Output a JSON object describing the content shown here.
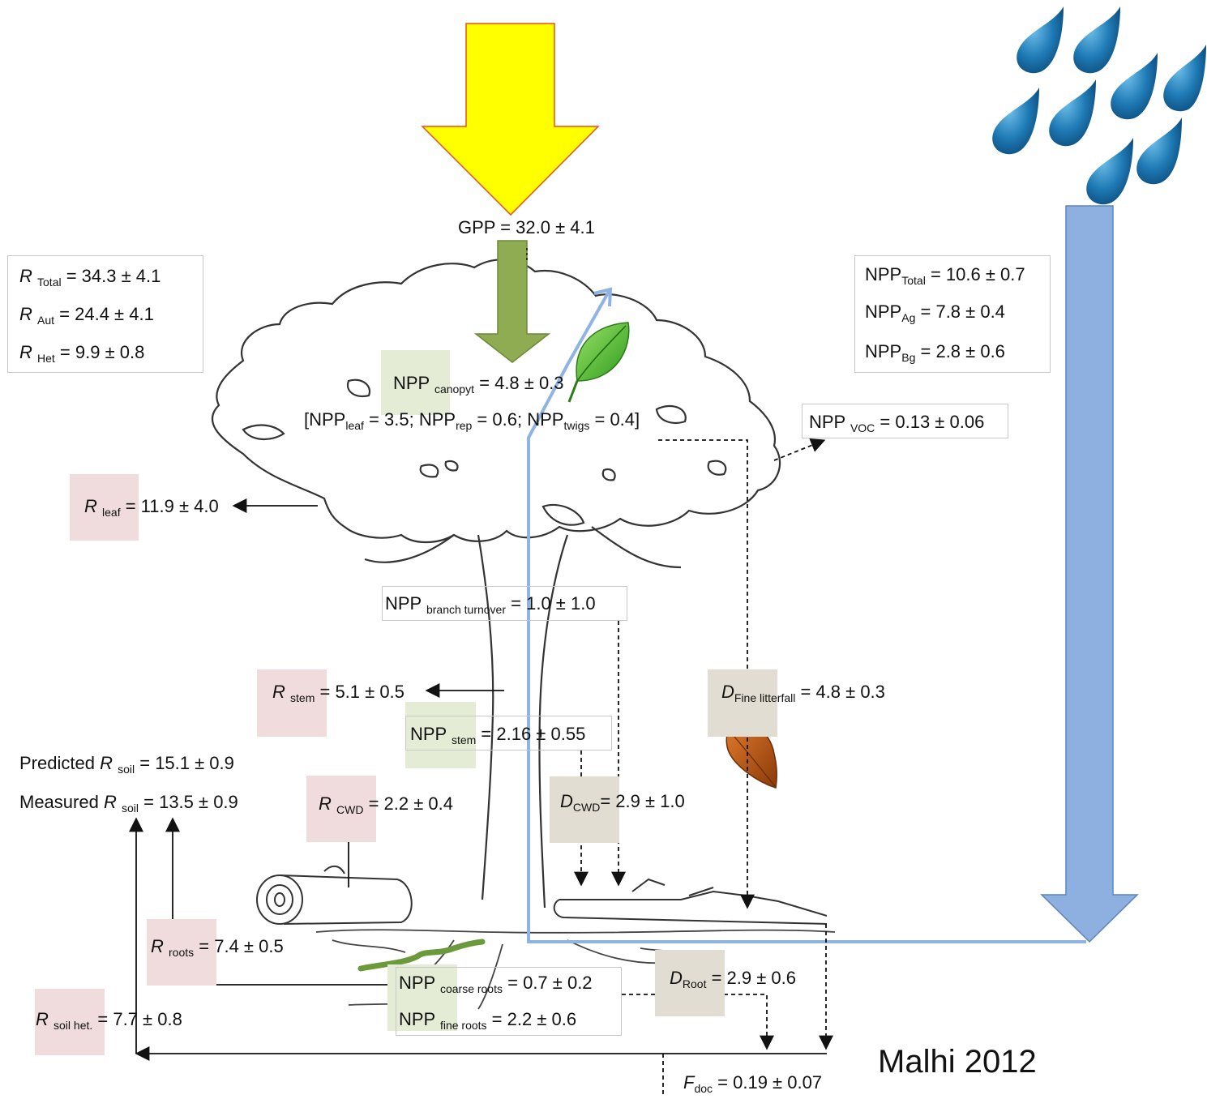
{
  "gpp": {
    "name": "GPP",
    "value": "32.0 ± 4.1"
  },
  "respiration": {
    "total": {
      "sub": "Total",
      "value": "34.3 ± 4.1"
    },
    "aut": {
      "sub": "Aut",
      "value": "24.4 ± 4.1"
    },
    "het": {
      "sub": "Het",
      "value": "9.9 ± 0.8"
    }
  },
  "npp_totals": {
    "total": {
      "sub": "Total",
      "value": "10.6 ± 0.7"
    },
    "ag": {
      "sub": "Ag",
      "value": "7.8 ± 0.4"
    },
    "bg": {
      "sub": "Bg",
      "value": "2.8 ± 0.6"
    }
  },
  "npp_canopy": {
    "sub": "canopyt",
    "value": "4.8 ± 0.3"
  },
  "npp_canopy_breakdown": {
    "leaf_sub": "leaf",
    "leaf_val": "3.5",
    "rep_sub": "rep",
    "rep_val": "0.6",
    "twigs_sub": "twigs",
    "twigs_val": "0.4"
  },
  "npp_voc": {
    "sub": "VOC",
    "value": "0.13 ± 0.06"
  },
  "r_leaf": {
    "sub": "leaf",
    "value": "11.9 ± 4.0"
  },
  "npp_branch": {
    "sub": "branch turnover",
    "value": "1.0 ± 1.0"
  },
  "r_stem": {
    "sub": "stem",
    "value": "5.1 ± 0.5"
  },
  "npp_stem": {
    "sub": "stem",
    "value": "2.16 ± 0.55"
  },
  "d_fine_litterfall": {
    "sub": "Fine litterfall",
    "value": "4.8 ± 0.3"
  },
  "predicted_rsoil": {
    "prefix": "Predicted",
    "sub": "soil",
    "value": "15.1 ± 0.9"
  },
  "measured_rsoil": {
    "prefix": "Measured",
    "sub": "soil",
    "value": "13.5 ± 0.9"
  },
  "r_cwd": {
    "sub": "CWD",
    "value": "2.2 ± 0.4"
  },
  "d_cwd": {
    "sub": "CWD",
    "value": "2.9 ± 1.0"
  },
  "r_roots": {
    "sub": "roots",
    "value": "7.4 ± 0.5"
  },
  "npp_coarse_roots": {
    "sub": "coarse roots",
    "value": "0.7 ± 0.2"
  },
  "npp_fine_roots": {
    "sub": "fine roots",
    "value": "2.2 ± 0.6"
  },
  "d_root": {
    "sub": "Root",
    "value": "2.9 ± 0.6"
  },
  "r_soil_het": {
    "sub": "soil het.",
    "value": "7.7 ± 0.8"
  },
  "f_doc": {
    "sub": "doc",
    "value": "0.19 ± 0.07"
  },
  "citation": "Malhi 2012",
  "colors": {
    "sun_arrow": "#ffff00",
    "sun_arrow_edge": "#e8501e",
    "npp_arrow": "#8fac52",
    "water_arrow": "#8db0e0",
    "water_line": "#8fb4e3",
    "rain_drop": "#1f7ab5",
    "leaf_green": "#3fae2a",
    "leaf_brown": "#b9520f"
  }
}
